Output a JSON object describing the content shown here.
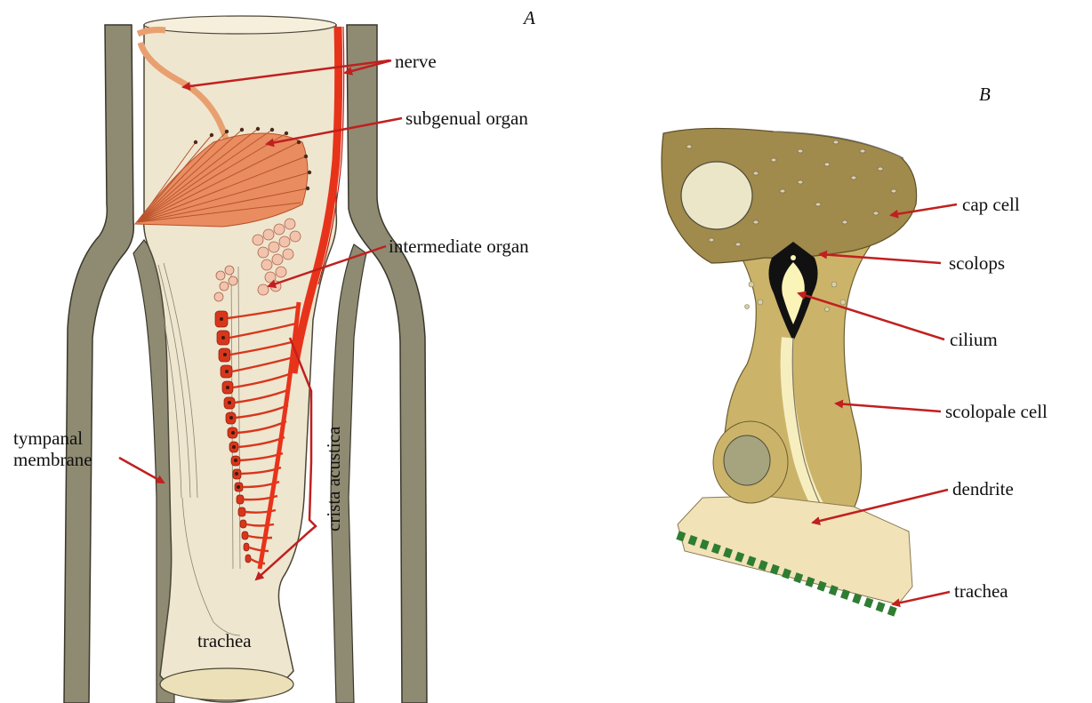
{
  "panels": [
    {
      "id": "A",
      "letter": "A"
    },
    {
      "id": "B",
      "letter": "B"
    }
  ],
  "labels_a": {
    "nerve": "nerve",
    "subgenual_organ": "subgenual organ",
    "intermediate_organ": "intermediate organ",
    "crista_acustica": "crista acustica",
    "tympanal_line1": "tympanal",
    "tympanal_line2": "membrane",
    "trachea": "trachea"
  },
  "labels_b": {
    "cap_cell": "cap cell",
    "scolops": "scolops",
    "cilium": "cilium",
    "scolopale_cell": "scolopale cell",
    "dendrite": "dendrite",
    "trachea": "trachea"
  },
  "colors": {
    "leg_wall": "#8f8b72",
    "leg_wall_stroke": "#3a372c",
    "trachea_fill": "#efe6cf",
    "nerve": "#e8331b",
    "subgenual": "#e07040",
    "intermediate": "#f3c4ad",
    "crista": "#d8361c",
    "arrow": "#c0201f",
    "cap_cell": "#a08a4c",
    "scolopale": "#cbb46a",
    "nucleus": "#ece6c8",
    "nucleus_dark": "#a5a47e",
    "dendrite_base": "#f2e2b8",
    "cuticle": "#2e7d32",
    "scolops": "#111111",
    "cilium_fill": "#fbf4b8"
  }
}
